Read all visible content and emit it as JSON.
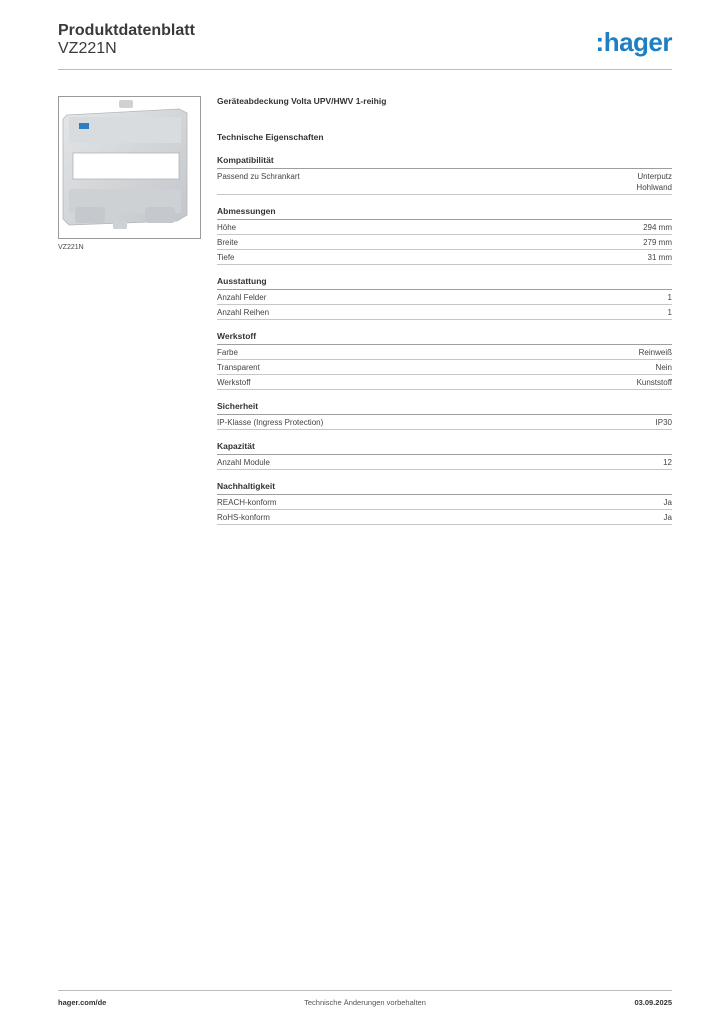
{
  "header": {
    "title": "Produktdatenblatt",
    "subtitle": "VZ221N",
    "logo": ":hager",
    "logo_color": "#1e7fc2"
  },
  "product": {
    "image_caption": "VZ221N",
    "name": "Geräteabdeckung Volta UPV/HWV 1-reihig"
  },
  "properties_heading": "Technische Eigenschaften",
  "sections": [
    {
      "title": "Kompatibilität",
      "rows": [
        {
          "label": "Passend zu Schrankart",
          "value": "Unterputz\nHohlwand"
        }
      ]
    },
    {
      "title": "Abmessungen",
      "rows": [
        {
          "label": "Höhe",
          "value": "294 mm"
        },
        {
          "label": "Breite",
          "value": "279 mm"
        },
        {
          "label": "Tiefe",
          "value": "31 mm"
        }
      ]
    },
    {
      "title": "Ausstattung",
      "rows": [
        {
          "label": "Anzahl Felder",
          "value": "1"
        },
        {
          "label": "Anzahl Reihen",
          "value": "1"
        }
      ]
    },
    {
      "title": "Werkstoff",
      "rows": [
        {
          "label": "Farbe",
          "value": "Reinweiß"
        },
        {
          "label": "Transparent",
          "value": "Nein"
        },
        {
          "label": "Werkstoff",
          "value": "Kunststoff"
        }
      ]
    },
    {
      "title": "Sicherheit",
      "rows": [
        {
          "label": "IP-Klasse (Ingress Protection)",
          "value": "IP30"
        }
      ]
    },
    {
      "title": "Kapazität",
      "rows": [
        {
          "label": "Anzahl Module",
          "value": "12"
        }
      ]
    },
    {
      "title": "Nachhaltigkeit",
      "rows": [
        {
          "label": "REACH-konform",
          "value": "Ja"
        },
        {
          "label": "RoHS-konform",
          "value": "Ja"
        }
      ]
    }
  ],
  "footer": {
    "left": "hager.com/de",
    "center": "Technische Änderungen vorbehalten",
    "right": "03.09.2025"
  }
}
